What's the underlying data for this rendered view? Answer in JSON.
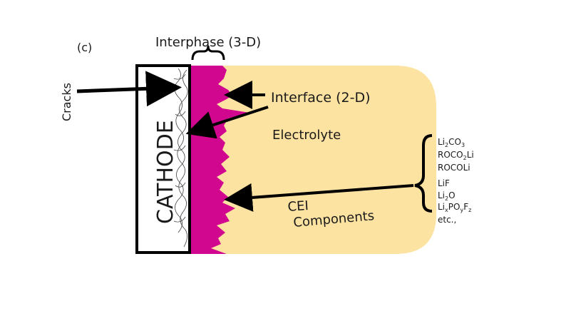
{
  "figure": {
    "panel_label": "(c)",
    "interphase_label": "Interphase (3-D)",
    "interface_label": "Interface (2-D)",
    "cracks_label": "Cracks",
    "cathode_label": "CATHODE",
    "electrolyte_label": "Electrolyte",
    "cei_label_line1": "CEI",
    "cei_label_line2": "Components",
    "components": [
      {
        "base": "Li",
        "sub": "2",
        "rest": "CO",
        "sub2": "3"
      },
      {
        "base": "ROCO",
        "sub": "2",
        "rest": "Li",
        "sub2": ""
      },
      {
        "base": "ROCOLi",
        "sub": "",
        "rest": "",
        "sub2": ""
      },
      {
        "base": "LiF",
        "sub": "",
        "rest": "",
        "sub2": ""
      },
      {
        "base": "Li",
        "sub": "2",
        "rest": "O",
        "sub2": ""
      },
      {
        "text": "LixPOyFz"
      },
      {
        "base": "etc.,",
        "sub": "",
        "rest": "",
        "sub2": ""
      }
    ],
    "colors": {
      "electrolyte": "#fde3a1",
      "interphase": "#d1088f",
      "outline": "#000000"
    }
  }
}
